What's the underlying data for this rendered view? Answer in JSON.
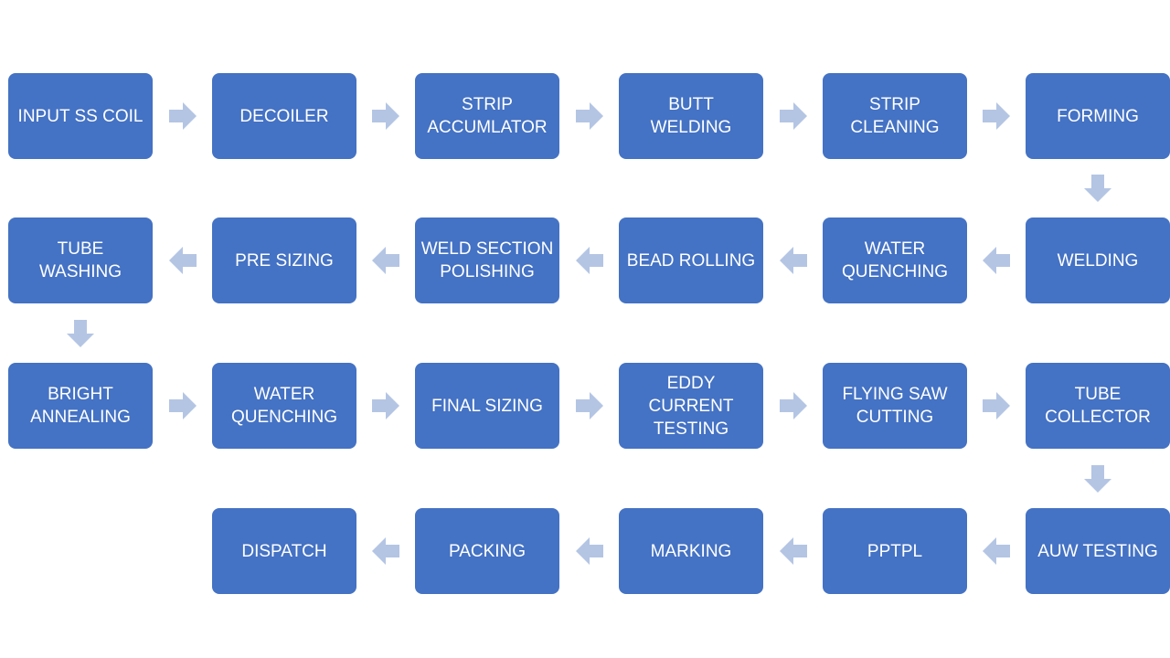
{
  "theme": {
    "box_color": "#4472C4",
    "arrow_color": "#B4C5E4"
  },
  "steps": [
    "INPUT SS COIL",
    "DECOILER",
    "STRIP\nACCUMLATOR",
    "BUTT\nWELDING",
    "STRIP\nCLEANING",
    "FORMING",
    "WELDING",
    "WATER\nQUENCHING",
    "BEAD ROLLING",
    "WELD SECTION\nPOLISHING",
    "PRE SIZING",
    "TUBE\nWASHING",
    "BRIGHT\nANNEALING",
    "WATER\nQUENCHING",
    "FINAL SIZING",
    "EDDY\nCURRENT\nTESTING",
    "FLYING SAW\nCUTTING",
    "TUBE\nCOLLECTOR",
    "AUW TESTING",
    "PPTPL",
    "MARKING",
    "PACKING",
    "DISPATCH"
  ],
  "arrows": [
    {
      "from": 0,
      "to": 1,
      "direction": "right"
    },
    {
      "from": 1,
      "to": 2,
      "direction": "right"
    },
    {
      "from": 2,
      "to": 3,
      "direction": "right"
    },
    {
      "from": 3,
      "to": 4,
      "direction": "right"
    },
    {
      "from": 4,
      "to": 5,
      "direction": "right"
    },
    {
      "from": 5,
      "to": 6,
      "direction": "down"
    },
    {
      "from": 6,
      "to": 7,
      "direction": "left"
    },
    {
      "from": 7,
      "to": 8,
      "direction": "left"
    },
    {
      "from": 8,
      "to": 9,
      "direction": "left"
    },
    {
      "from": 9,
      "to": 10,
      "direction": "left"
    },
    {
      "from": 10,
      "to": 11,
      "direction": "left"
    },
    {
      "from": 11,
      "to": 12,
      "direction": "down"
    },
    {
      "from": 12,
      "to": 13,
      "direction": "right"
    },
    {
      "from": 13,
      "to": 14,
      "direction": "right"
    },
    {
      "from": 14,
      "to": 15,
      "direction": "right"
    },
    {
      "from": 15,
      "to": 16,
      "direction": "right"
    },
    {
      "from": 16,
      "to": 17,
      "direction": "right"
    },
    {
      "from": 17,
      "to": 18,
      "direction": "down"
    },
    {
      "from": 18,
      "to": 19,
      "direction": "left"
    },
    {
      "from": 19,
      "to": 20,
      "direction": "left"
    },
    {
      "from": 20,
      "to": 21,
      "direction": "left"
    },
    {
      "from": 21,
      "to": 22,
      "direction": "left"
    }
  ]
}
